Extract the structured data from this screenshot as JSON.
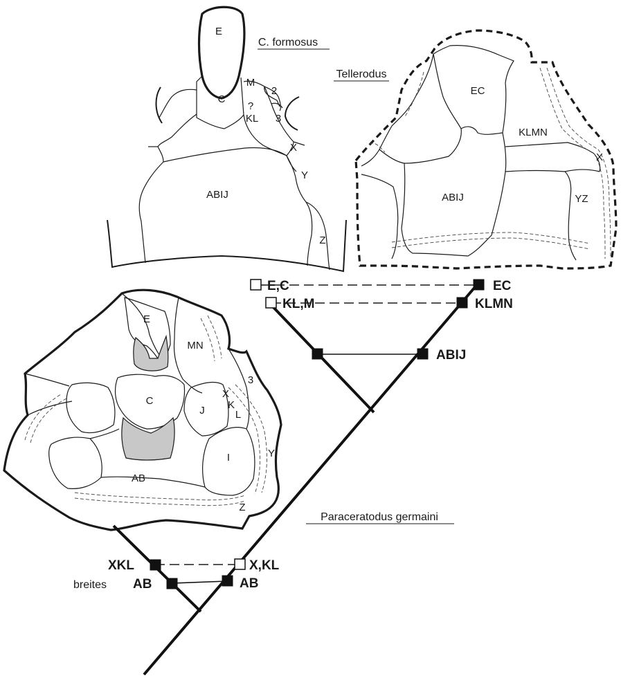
{
  "species": {
    "formosus": "C. formosus",
    "tellerodus": "Tellerodus",
    "paraceratodus": "Paraceratodus germaini"
  },
  "formosus_bones": {
    "E": "E",
    "C": "C",
    "M": "M",
    "n2": "2",
    "n3": "3",
    "q": "?",
    "KL": "KL",
    "X": "X",
    "Y": "Y",
    "ABIJ": "ABIJ",
    "Z": "Z"
  },
  "tellerodus_bones": {
    "EC": "EC",
    "KLMN": "KLMN",
    "X": "X",
    "ABIJ": "ABIJ",
    "YZ": "YZ"
  },
  "paraceratodus_bones": {
    "E": "E",
    "MN": "MN",
    "C": "C",
    "J": "J",
    "n3": "3",
    "X": "X",
    "K": "K",
    "L": "L",
    "I": "I",
    "Y": "Y",
    "AB": "AB",
    "Z": "Z"
  },
  "tree": {
    "E_C": "E,C",
    "KL_M": "KL,M",
    "EC": "EC",
    "KLMN": "KLMN",
    "ABIJ": "ABIJ",
    "XKL": "XKL",
    "X_KL": "X,KL",
    "breites": "breites",
    "AB_left": "AB",
    "AB_right": "AB"
  }
}
